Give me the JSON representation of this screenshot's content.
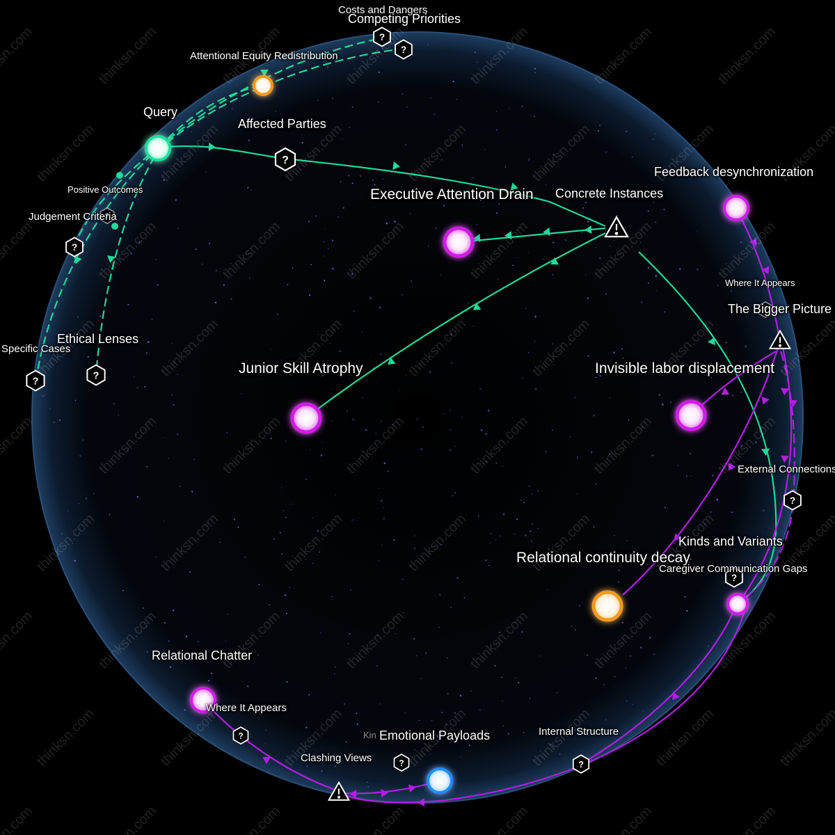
{
  "colors": {
    "background": "#000000",
    "sphere_edge": "#1c3a5c",
    "teal_edge": "#20d99a",
    "purple_edge": "#b21ee6",
    "magenta_node": "#d21ee6",
    "orange_node": "#f39a1c",
    "teal_node": "#1fe0a0",
    "blue_node": "#1e90ff"
  },
  "watermark": "thinksn.com",
  "labels": {
    "costs_and_dangers": "Costs and Dangers",
    "competing_priorities": "Competing Priorities",
    "attentional_equity": "Attentional Equity Redistribution",
    "query": "Query",
    "affected_parties": "Affected Parties",
    "positive_outcomes": "Positive Outcomes",
    "judgement_criteria": "Judgement Criteria",
    "executive_attention_drain": "Executive Attention Drain",
    "concrete_instances": "Concrete Instances",
    "feedback_desync": "Feedback desynchronization",
    "where_it_appears_1": "Where It Appears",
    "bigger_picture": "The Bigger Picture",
    "ethical_lenses": "Ethical Lenses",
    "specific_cases": "Specific Cases",
    "junior_skill_atrophy": "Junior Skill Atrophy",
    "invisible_labor": "Invisible labor displacement",
    "external_connections": "External Connections",
    "kinds_and_variants": "Kinds and Variants",
    "relational_continuity": "Relational continuity decay",
    "caregiver_gaps": "Caregiver Communication Gaps",
    "relational_chatter": "Relational Chatter",
    "where_it_appears_2": "Where It Appears",
    "emotional_payloads": "Emotional Payloads",
    "kin_partial": "Kin",
    "clashing_views": "Clashing Views",
    "internal_structure": "Internal Structure"
  }
}
